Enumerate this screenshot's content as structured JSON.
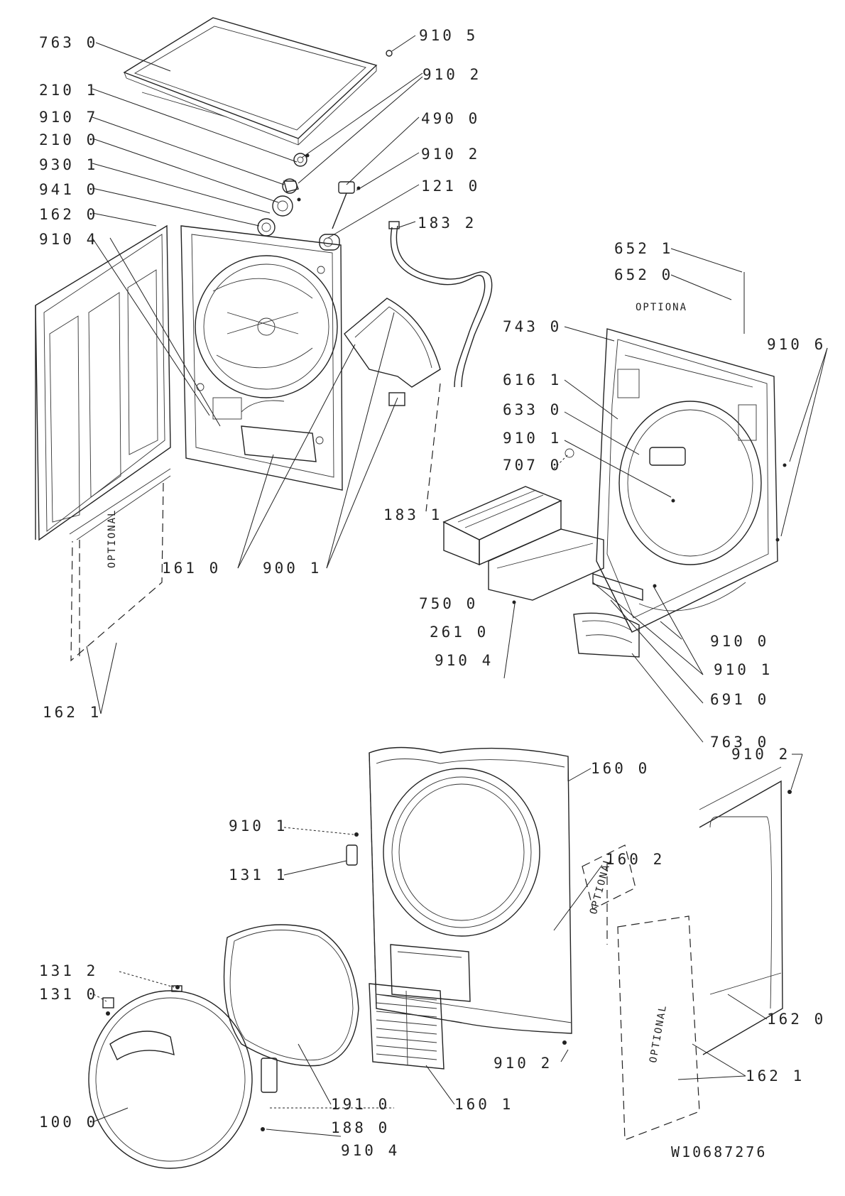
{
  "labels": [
    "763 0",
    "910 5",
    "910 2",
    "210 1",
    "910 7",
    "210 0",
    "930 1",
    "941 0",
    "162 0",
    "910 4",
    "490 0",
    "910 2",
    "121 0",
    "183 2",
    "652 1",
    "652 0",
    "743 0",
    "910 6",
    "616 1",
    "633 0",
    "910 1",
    "707 0",
    "183 1",
    "161 0",
    "900 1",
    "750 0",
    "261 0",
    "910 4",
    "910 0",
    "910 1",
    "691 0",
    "763 0",
    "162 1",
    "160 0",
    "910 2",
    "910 1",
    "131 1",
    "160 2",
    "131 2",
    "131 0",
    "162 0",
    "910 2",
    "162 1",
    "100 0",
    "191 0",
    "188 0",
    "160 1",
    "910 4"
  ],
  "optional_label": "OPTIONAL",
  "optiona_label": "OPTIONA",
  "drawing_code": "W10687276"
}
